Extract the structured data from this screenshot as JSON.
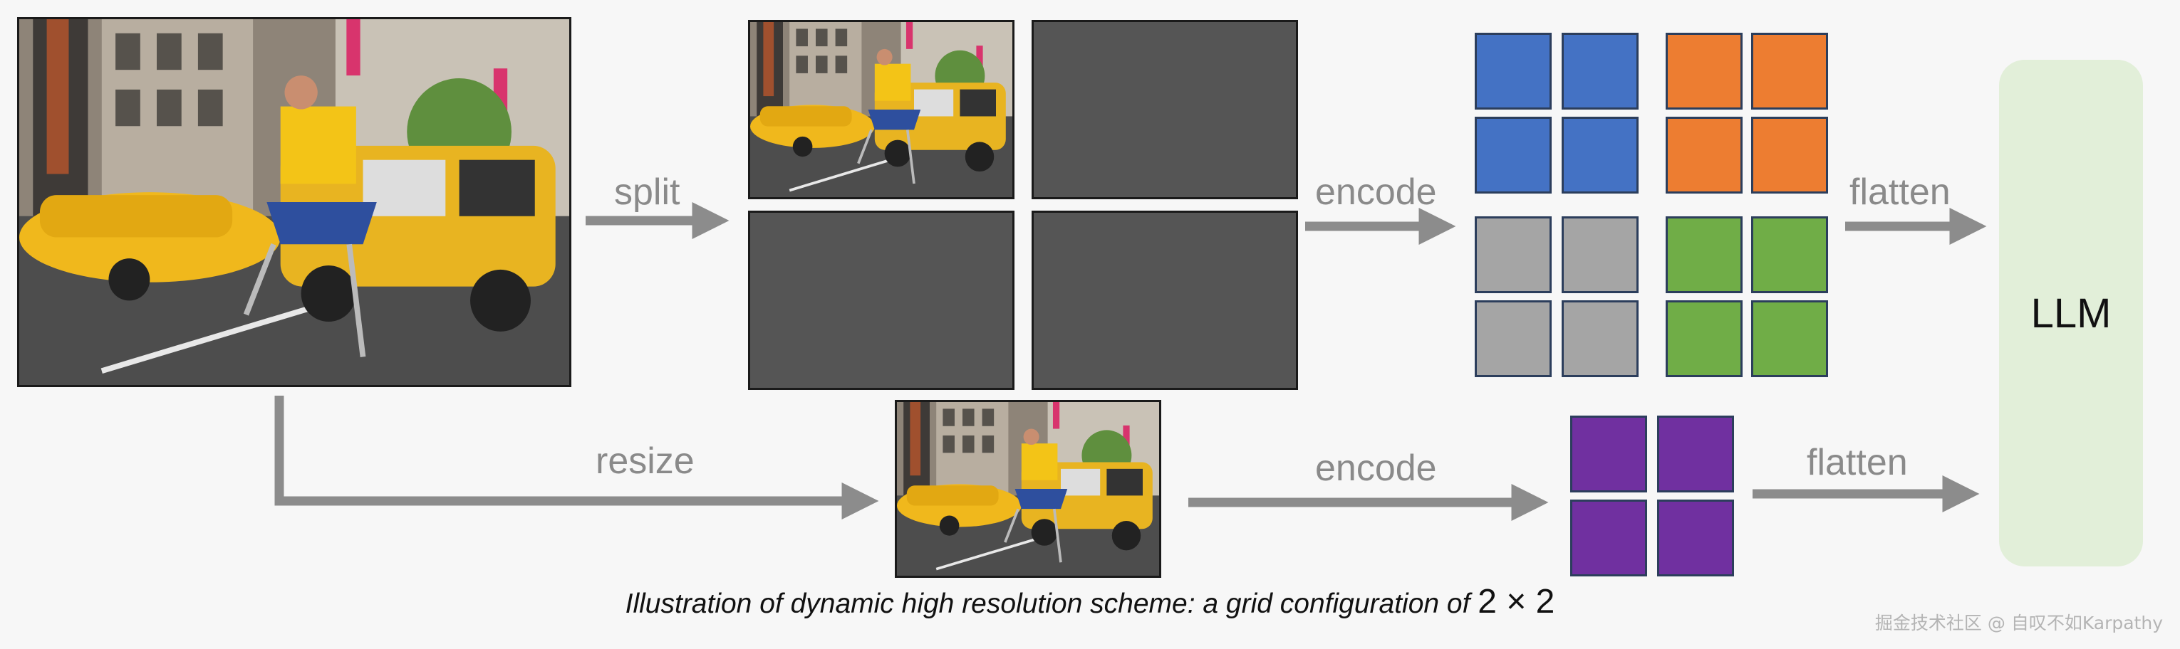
{
  "labels": {
    "split": "split",
    "encode_top": "encode",
    "flatten_top": "flatten",
    "resize": "resize",
    "encode_bottom": "encode",
    "flatten_bottom": "flatten",
    "llm": "LLM"
  },
  "caption": {
    "text": "Illustration of dynamic high resolution scheme: a grid configuration of ",
    "grid": "2 × 2"
  },
  "watermark": "掘金技术社区 @ 自叹不如Karpathy",
  "colors": {
    "blue": "#4472c4",
    "orange": "#ed7d31",
    "gray": "#a5a5a5",
    "green": "#70ad47",
    "purple": "#7030a0",
    "llm_bg": "#e2efd9",
    "arrow": "#8c8c8c"
  },
  "token_groups": [
    {
      "name": "top-left-crop-tokens",
      "color": "blue",
      "count": 4
    },
    {
      "name": "top-right-crop-tokens",
      "color": "orange",
      "count": 4
    },
    {
      "name": "bottom-left-crop-tokens",
      "color": "gray",
      "count": 4
    },
    {
      "name": "bottom-right-crop-tokens",
      "color": "green",
      "count": 4
    },
    {
      "name": "resized-image-tokens",
      "color": "purple",
      "count": 4
    }
  ]
}
